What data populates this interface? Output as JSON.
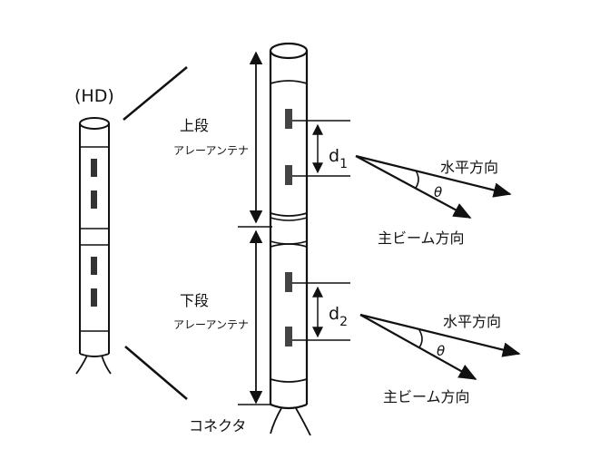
{
  "labels": {
    "hd": "(HD)",
    "upper_line1": "上段",
    "upper_line2": "アレーアンテナ",
    "lower_line1": "下段",
    "lower_line2": "アレーアンテナ",
    "d1_base": "d",
    "d1_sub": "1",
    "d2_base": "d",
    "d2_sub": "2",
    "horizontal_upper": "水平方向",
    "main_beam_upper": "主ビーム方向",
    "theta_upper": "θ",
    "horizontal_lower": "水平方向",
    "main_beam_lower": "主ビーム方向",
    "theta_lower": "θ",
    "connector": "コネクタ"
  },
  "colors": {
    "ink": "#111111",
    "element": "#444444",
    "background": "#ffffff"
  }
}
